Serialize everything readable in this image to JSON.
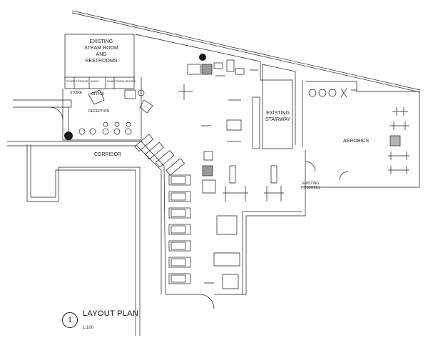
{
  "drawing": {
    "title": "LAYOUT PLAN",
    "number": "1",
    "scale": "1:100"
  },
  "rooms": {
    "steam_room": [
      "EXISTING",
      "STEAM ROOM",
      "AND",
      "RESTROOMS"
    ],
    "reception": "RECEPTION",
    "office": "OFFICE",
    "store": "STORE",
    "corridor": "CORRIDOR",
    "stairway": [
      "EXISTING",
      "STAIRWAY"
    ],
    "aerobics": "AEROBICS",
    "hosereel": [
      "EXISTING",
      "HOSEREEL"
    ]
  },
  "small_labels": {
    "storage": "STORAGE",
    "audio": "AUDIO",
    "music": "MUSIC",
    "towel": "TOWEL RETURN"
  },
  "colors": {
    "line": "#1a1a1a",
    "equipment_fill": "#9a9a9a",
    "mat_fill": "#b4b4b4"
  }
}
